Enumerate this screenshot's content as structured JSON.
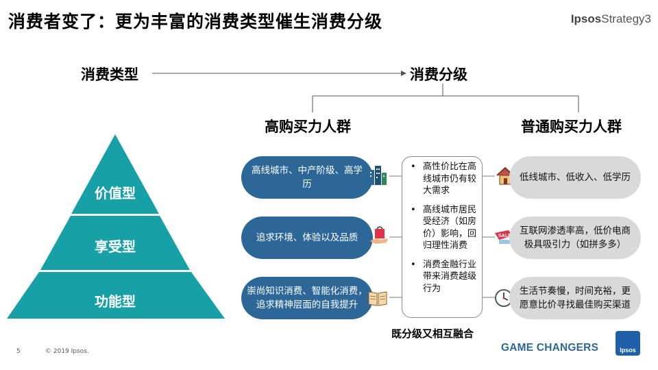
{
  "header": {
    "title": "消费者变了：更为丰富的消费类型催生消费分级",
    "brand_bold": "Ipsos",
    "brand_light": "Strategy3"
  },
  "flow": {
    "left_label": "消费类型",
    "right_label": "消费分级",
    "branch_high": "高购买力人群",
    "branch_normal": "普通购买力人群"
  },
  "pyramid": {
    "tiers": [
      {
        "label": "价值型"
      },
      {
        "label": "享受型"
      },
      {
        "label": "功能型"
      }
    ],
    "color": "#17a0a6"
  },
  "high_group": {
    "items": [
      {
        "text": "高线城市、中产阶级、高学历",
        "icon": "city-buildings-icon"
      },
      {
        "text": "追求环境、体验以及品质",
        "icon": "shopping-bag-hand-icon"
      },
      {
        "text": "崇尚知识消费、智能化消费，追求精神层面的自我提升",
        "icon": "open-book-icon"
      }
    ],
    "color": "#2c6798"
  },
  "normal_group": {
    "items": [
      {
        "text": "低线城市、低收入、低学历",
        "icon": "house-icon"
      },
      {
        "text": "互联网渗透率高，低价电商极具吸引力（如拼多多）",
        "icon": "sale-tag-icon"
      },
      {
        "text": "生活节奏慢，时间充裕，更愿意比价寻找最佳购买渠道",
        "icon": "clock-icon"
      }
    ],
    "color": "#d9d9d9"
  },
  "center": {
    "points": [
      "高性价比在高线城市仍有较大需求",
      "高线城市居民受经济（如房价）影响，回归理性消费",
      "消费金融行业带来消费越级行为"
    ],
    "caption": "既分级又相互融合"
  },
  "footer": {
    "page_number": "5",
    "copyright": "© 2019 Ipsos.",
    "tagline": "GAME CHANGERS",
    "logo_text": "Ipsos"
  }
}
